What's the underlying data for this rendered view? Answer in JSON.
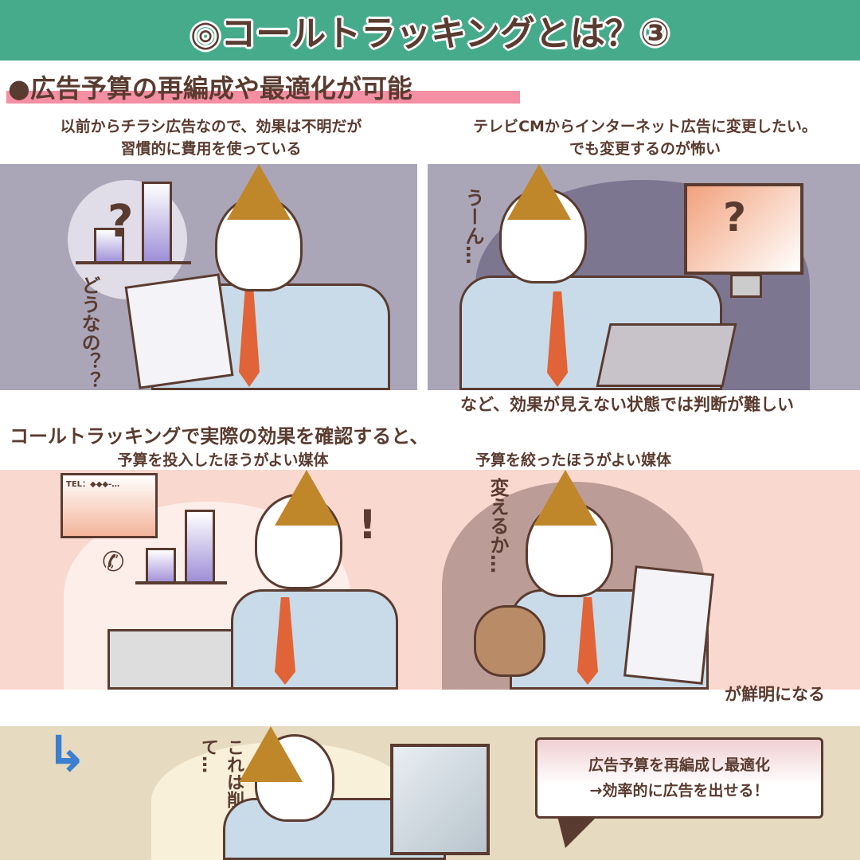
{
  "header": {
    "title": "◎コールトラッキングとは？③"
  },
  "section": {
    "title": "●広告予算の再編成や最適化が可能"
  },
  "panel1": {
    "caption_line1": "以前からチラシ広告なので、効果は不明だが",
    "caption_line2": "習慣的に費用を使っている",
    "sfx": "どうなの？？"
  },
  "panel2": {
    "caption_line1": "テレビCMからインターネット広告に変更したい。",
    "caption_line2": "でも変更するのが怖い",
    "sfx": "うーん…"
  },
  "note1": "など、効果が見えない状態では判断が難しい",
  "lead": "コールトラッキングで実際の効果を確認すると、",
  "panel3": {
    "caption_left": "予算を投入したほうがよい媒体",
    "caption_right": "予算を絞ったほうがよい媒体",
    "tel": "TEL：◆◆◆-…",
    "sfx": "変えるか…"
  },
  "note2": "が鮮明になる",
  "panel4": {
    "sfx": "これは削って…",
    "bubble_line1": "広告予算を再編成し最適化",
    "bubble_line2": "→効率的に広告を出せる！"
  },
  "colors": {
    "header": "#46ab8b",
    "accent_bar": "#f48fa4",
    "text": "#5a3b30",
    "panel_gray": "#aaa6b8",
    "panel_pink": "#f9d8cf",
    "panel_beige": "#e6dac0"
  }
}
